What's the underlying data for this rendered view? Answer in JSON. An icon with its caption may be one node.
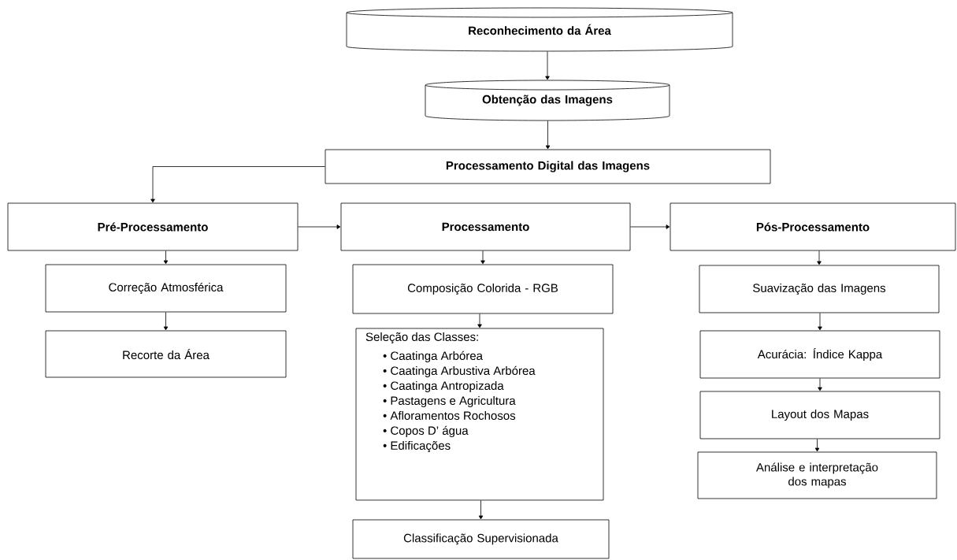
{
  "diagram": {
    "nodes": [
      {
        "text": [
          "Reconhecimento da Área"
        ]
      },
      {
        "text": [
          "Obtenção das Imagens"
        ]
      },
      {
        "text": [
          "Processamento Digital das Imagens"
        ]
      },
      {
        "text": [
          "Pré-Processamento"
        ]
      },
      {
        "text": [
          "Processamento"
        ]
      },
      {
        "text": [
          "Pós-Processamento"
        ]
      },
      {
        "text": [
          "Correção Atmosférica"
        ]
      },
      {
        "text": [
          "Recorte da Área"
        ]
      },
      {
        "text": [
          "Composição Colorida - RGB"
        ]
      },
      {
        "text": [
          "Seleção das Classes:",
          "• Caatinga Arbórea",
          "• Caatinga Arbustiva Arbórea",
          "• Caatinga Antropizada",
          "• Pastagens e Agricultura",
          "• Afloramentos Rochosos",
          "• Copos D’ água",
          "• Edificações"
        ]
      },
      {
        "text": [
          "Classificação Supervisionada"
        ]
      },
      {
        "text": [
          "Suavização das Imagens"
        ]
      },
      {
        "text": [
          "Acurácia: Índice Kappa"
        ]
      },
      {
        "text": [
          "Layout dos Mapas"
        ]
      },
      {
        "text": [
          "Análise e interpretação dos mapas"
        ]
      }
    ],
    "edges": [
      {
        "from": 0,
        "to": 1,
        "arrow": "to"
      },
      {
        "from": 1,
        "to": 2,
        "arrow": "to"
      },
      {
        "from": 2,
        "to": 3,
        "arrow": "to"
      },
      {
        "from": 3,
        "to": 4,
        "arrow": "to"
      },
      {
        "from": 4,
        "to": 5,
        "arrow": "to"
      },
      {
        "from": 3,
        "to": 6,
        "arrow": "to"
      },
      {
        "from": 6,
        "to": 7,
        "arrow": "to"
      },
      {
        "from": 4,
        "to": 8,
        "arrow": "to"
      },
      {
        "from": 8,
        "to": 9,
        "arrow": "to"
      },
      {
        "from": 9,
        "to": 10,
        "arrow": "to"
      },
      {
        "from": 5,
        "to": 11,
        "arrow": "to"
      },
      {
        "from": 11,
        "to": 12,
        "arrow": "to"
      },
      {
        "from": 12,
        "to": 13,
        "arrow": "to"
      },
      {
        "from": 13,
        "to": 14,
        "arrow": "to"
      }
    ]
  }
}
